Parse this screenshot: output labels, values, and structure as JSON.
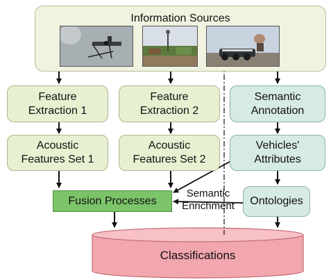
{
  "info_sources": {
    "title": "Information Sources"
  },
  "left_column": {
    "feature_extraction": [
      "Feature",
      "Extraction 1"
    ],
    "acoustic_features": [
      "Acoustic",
      "Features Set 1"
    ]
  },
  "middle_column": {
    "feature_extraction": [
      "Feature",
      "Extraction 2"
    ],
    "acoustic_features": [
      "Acoustic",
      "Features Set 2"
    ]
  },
  "right_column": {
    "semantic_annotation": [
      "Semantic",
      "Annotation"
    ],
    "vehicle_attributes": [
      "Vehicles'",
      "Attributes"
    ],
    "ontologies": "Ontologies"
  },
  "fusion": "Fusion Processes",
  "semantic_enrichment": [
    "Semantic",
    "Enrichment"
  ],
  "classifications": "Classifications"
}
